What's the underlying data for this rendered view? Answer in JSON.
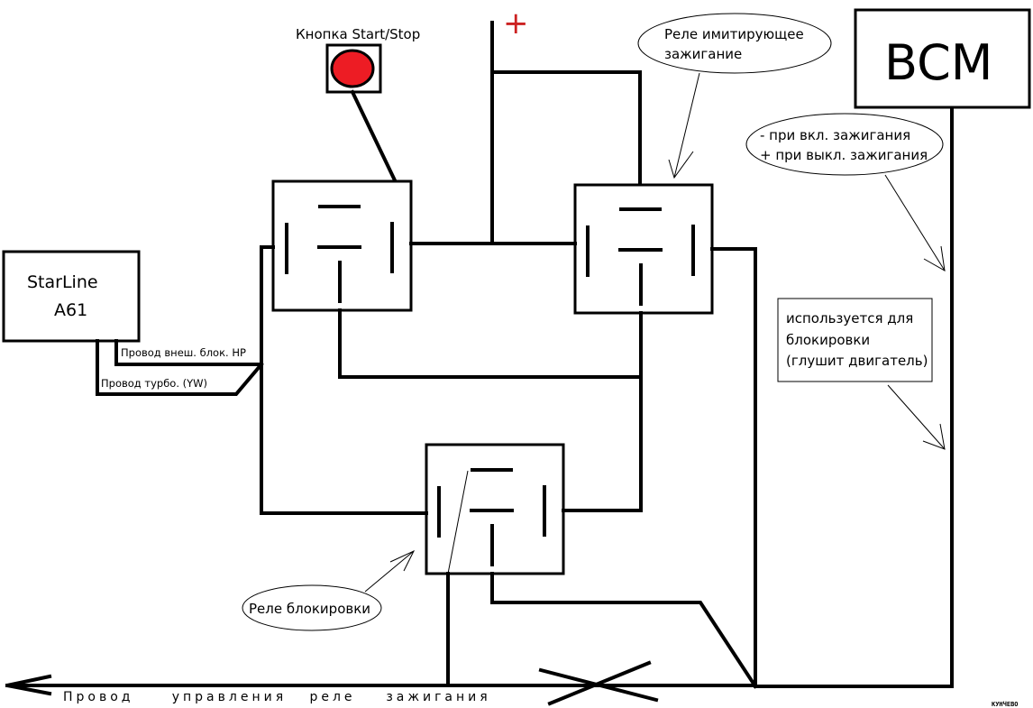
{
  "diagram": {
    "title": "Схема подключения реле зажигания",
    "colors": {
      "wire": "#000000",
      "button": "#ed1c24",
      "plus": "#cc2222"
    },
    "blocks": {
      "starline": {
        "line1": "StarLine",
        "line2": "A61"
      },
      "bcm": {
        "label": "BCM"
      },
      "start_stop": {
        "label": "Кнопка Start/Stop"
      },
      "plus": {
        "label": "+"
      }
    },
    "wires": {
      "ext_block": "Провод внеш. блок. HP",
      "turbo": "Провод турбо. (YW)",
      "ignition_control": "Провод     управления   реле    зажигания"
    },
    "callouts": {
      "ignition_relay": {
        "line1": "Реле имитирующее",
        "line2": "зажигание"
      },
      "bcm_polarity": {
        "line1": "- при вкл. зажигания",
        "line2": "+ при выкл. зажигания"
      },
      "blocking_use": {
        "line1": "используется для",
        "line2": "блокировки",
        "line3": "(глушит двигатель)"
      },
      "block_relay": {
        "label": "Реле блокировки"
      }
    },
    "watermark": "КУНЧЕВО"
  }
}
